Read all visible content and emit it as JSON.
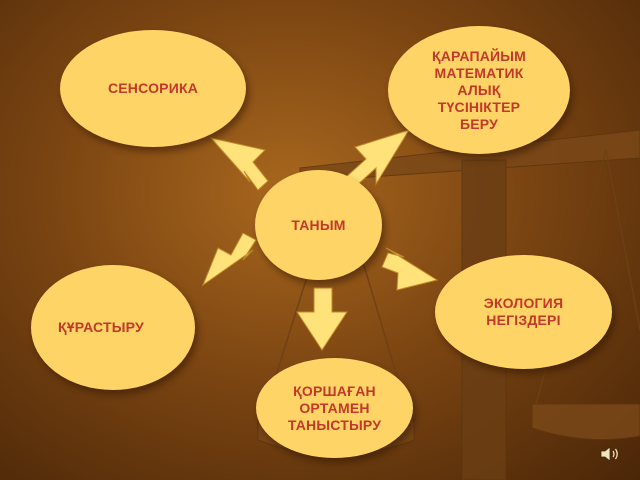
{
  "diagram": {
    "center": {
      "label": "ТАНЫМ"
    },
    "nodes": [
      {
        "id": "sensorika",
        "label": "СЕНСОРИКА"
      },
      {
        "id": "math",
        "label": "ҚАРАПАЙЫМ\nМАТЕМАТИК\nАЛЫҚ\nТҮСІНІКТЕР\nБЕРУ"
      },
      {
        "id": "qurastyru",
        "label": "ҚҰРАСТЫРУ"
      },
      {
        "id": "ekologiya",
        "label": "ЭКОЛОГИЯ\nНЕГІЗДЕРІ"
      },
      {
        "id": "qorshagan",
        "label": "ҚОРШАҒАН\nОРТАМЕН\nТАНЫСТЫРУ"
      }
    ]
  },
  "colors": {
    "node_fill": "#ffd466",
    "label_text": "#c0392b",
    "arrow_fill": "#ffe27a",
    "arrow_stroke": "#c08a2a",
    "scale_metal": "#7a4818"
  },
  "icons": {
    "background": "balance-scale-icon",
    "audio": "speaker-icon"
  }
}
